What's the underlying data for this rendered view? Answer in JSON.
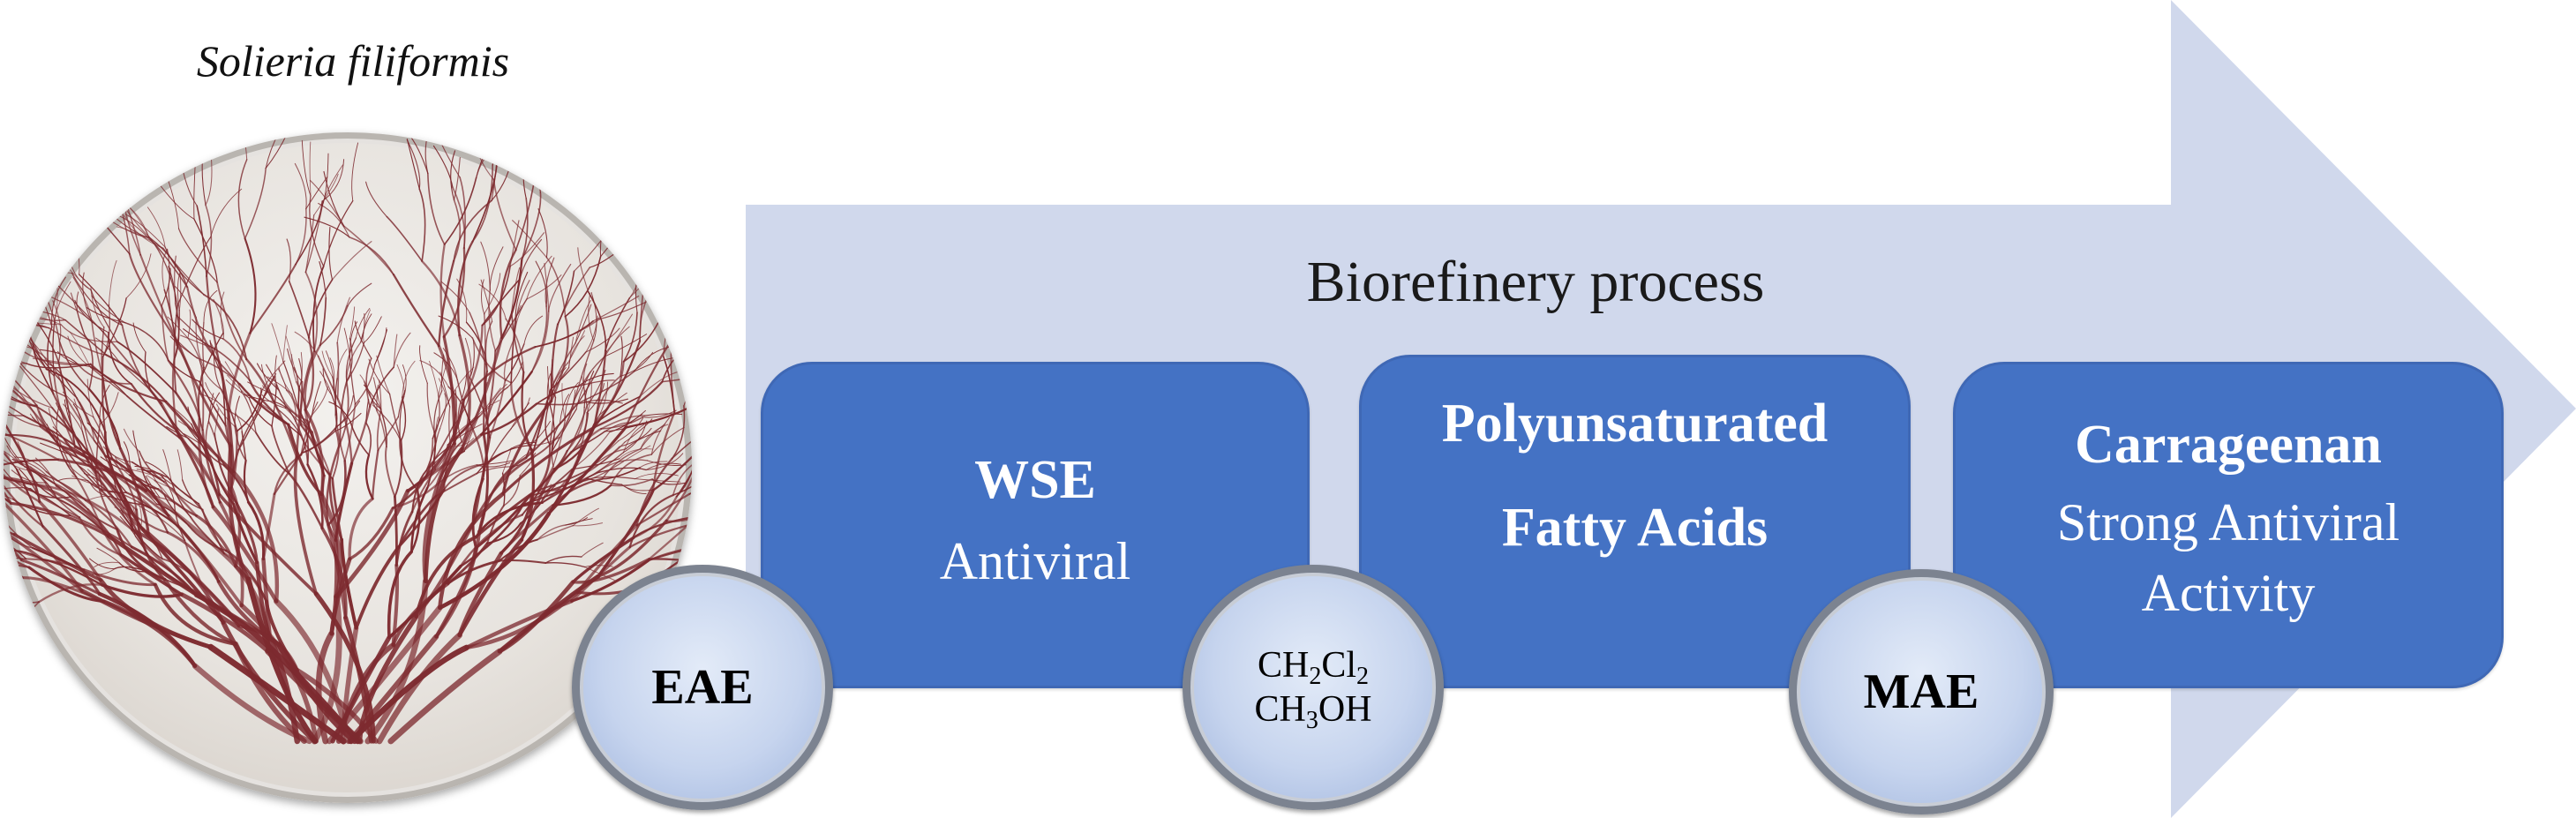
{
  "species_label": "Solieria filiformis",
  "process_label": "Biorefinery process",
  "colors": {
    "arrow": "#d0d8ec",
    "box": "#4472c4",
    "node": "#c6d4ee",
    "algae": "#7d2a2f"
  },
  "steps": [
    {
      "node": "EAE",
      "product": "WSE",
      "activity": "Antiviral"
    },
    {
      "node_lines": [
        "CH2Cl2",
        "CH3OH"
      ],
      "product_lines": [
        "Polyunsaturated",
        "Fatty Acids"
      ]
    },
    {
      "node": "MAE",
      "product": "Carrageenan",
      "activity_lines": [
        "Strong Antiviral",
        "Activity"
      ]
    }
  ]
}
